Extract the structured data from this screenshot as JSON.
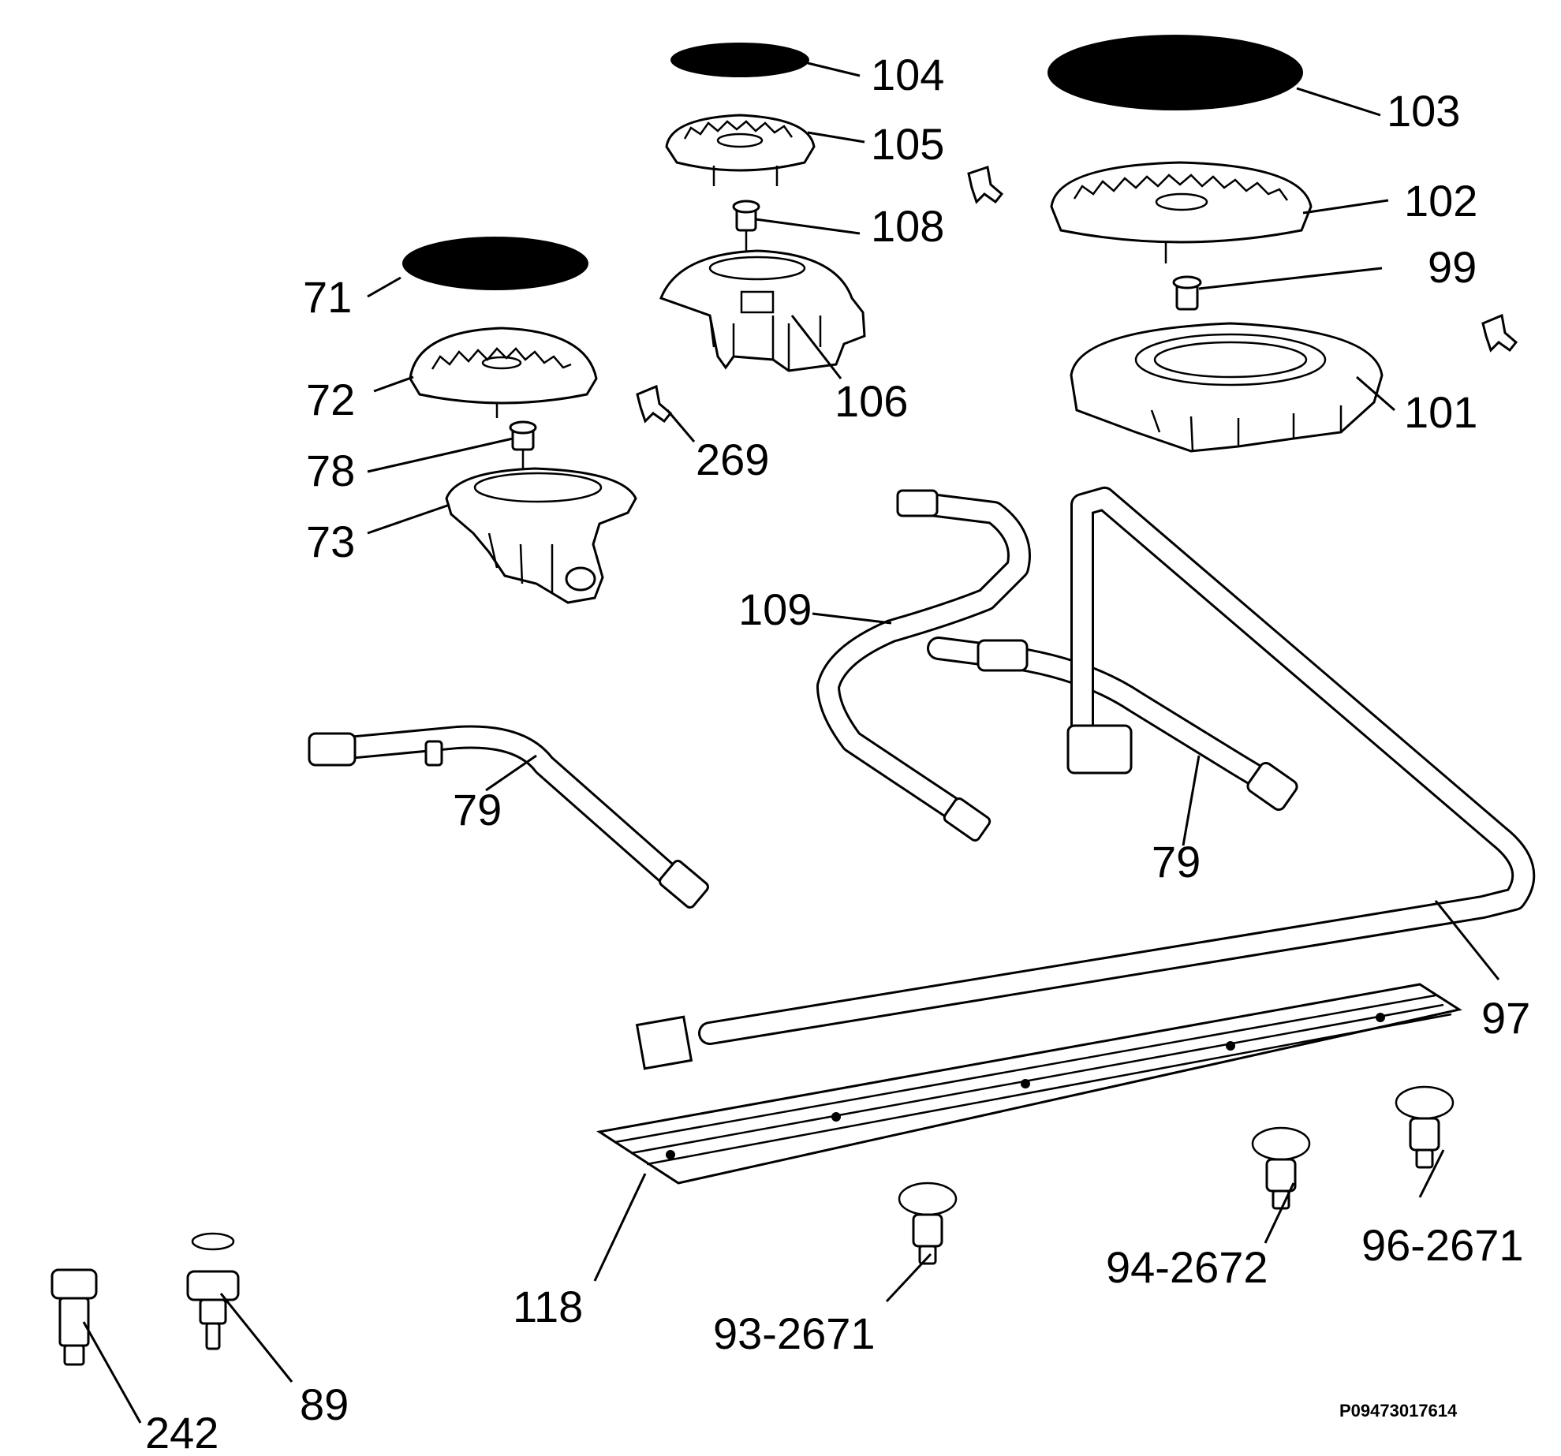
{
  "diagram": {
    "drawing_code": "P09473017614",
    "labels": {
      "l104": "104",
      "l103": "103",
      "l105": "105",
      "l102": "102",
      "l108": "108",
      "l99": "99",
      "l71": "71",
      "l72": "72",
      "l106": "106",
      "l101": "101",
      "l78": "78",
      "l269": "269",
      "l73": "73",
      "l109": "109",
      "l79a": "79",
      "l79b": "79",
      "l97": "97",
      "l118": "118",
      "l96": "96-2671",
      "l94": "94-2672",
      "l93": "93-2671",
      "l89": "89",
      "l242": "242"
    }
  }
}
